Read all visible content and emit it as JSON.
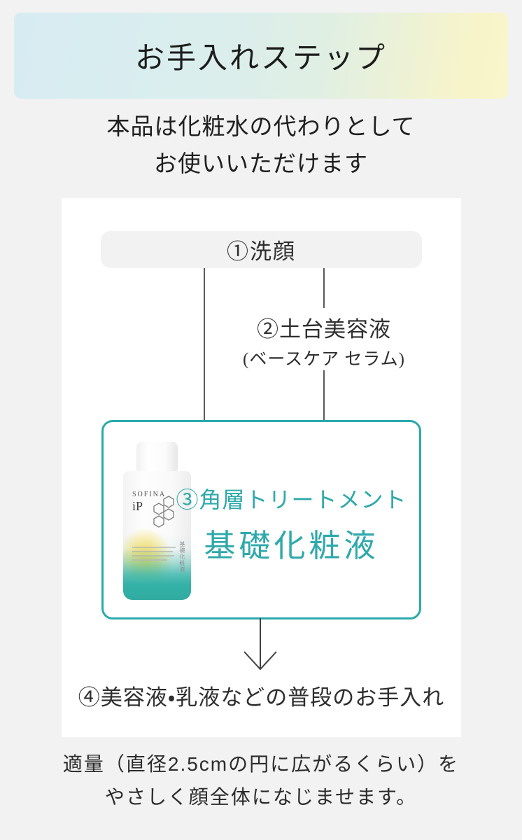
{
  "banner": {
    "title": "お手入れステップ",
    "gradient_from": "#d7ecf2",
    "gradient_to": "#f8f4c9"
  },
  "intro": {
    "line1": "本品は化粧水の代わりとして",
    "line2": "お使いいただけます"
  },
  "flow": {
    "step1": {
      "label": "①洗顔"
    },
    "step2": {
      "label": "②土台美容液",
      "sublabel": "(ベースケア セラム)"
    },
    "step3": {
      "label": "③角層トリートメント",
      "sublabel": "基礎化粧液",
      "accent_color": "#2aa9ad",
      "text_color": "#2fa9ab"
    },
    "step4": {
      "label": "④美容液・乳液などの普段のお手入れ"
    }
  },
  "product": {
    "brand": "SOFINA",
    "line": "iP",
    "vertical_label": "基礎化粧液"
  },
  "note": {
    "line1": "適量（直径2.5cmの円に広がるくらい）を",
    "line2": "やさしく顔全体になじませます。"
  }
}
